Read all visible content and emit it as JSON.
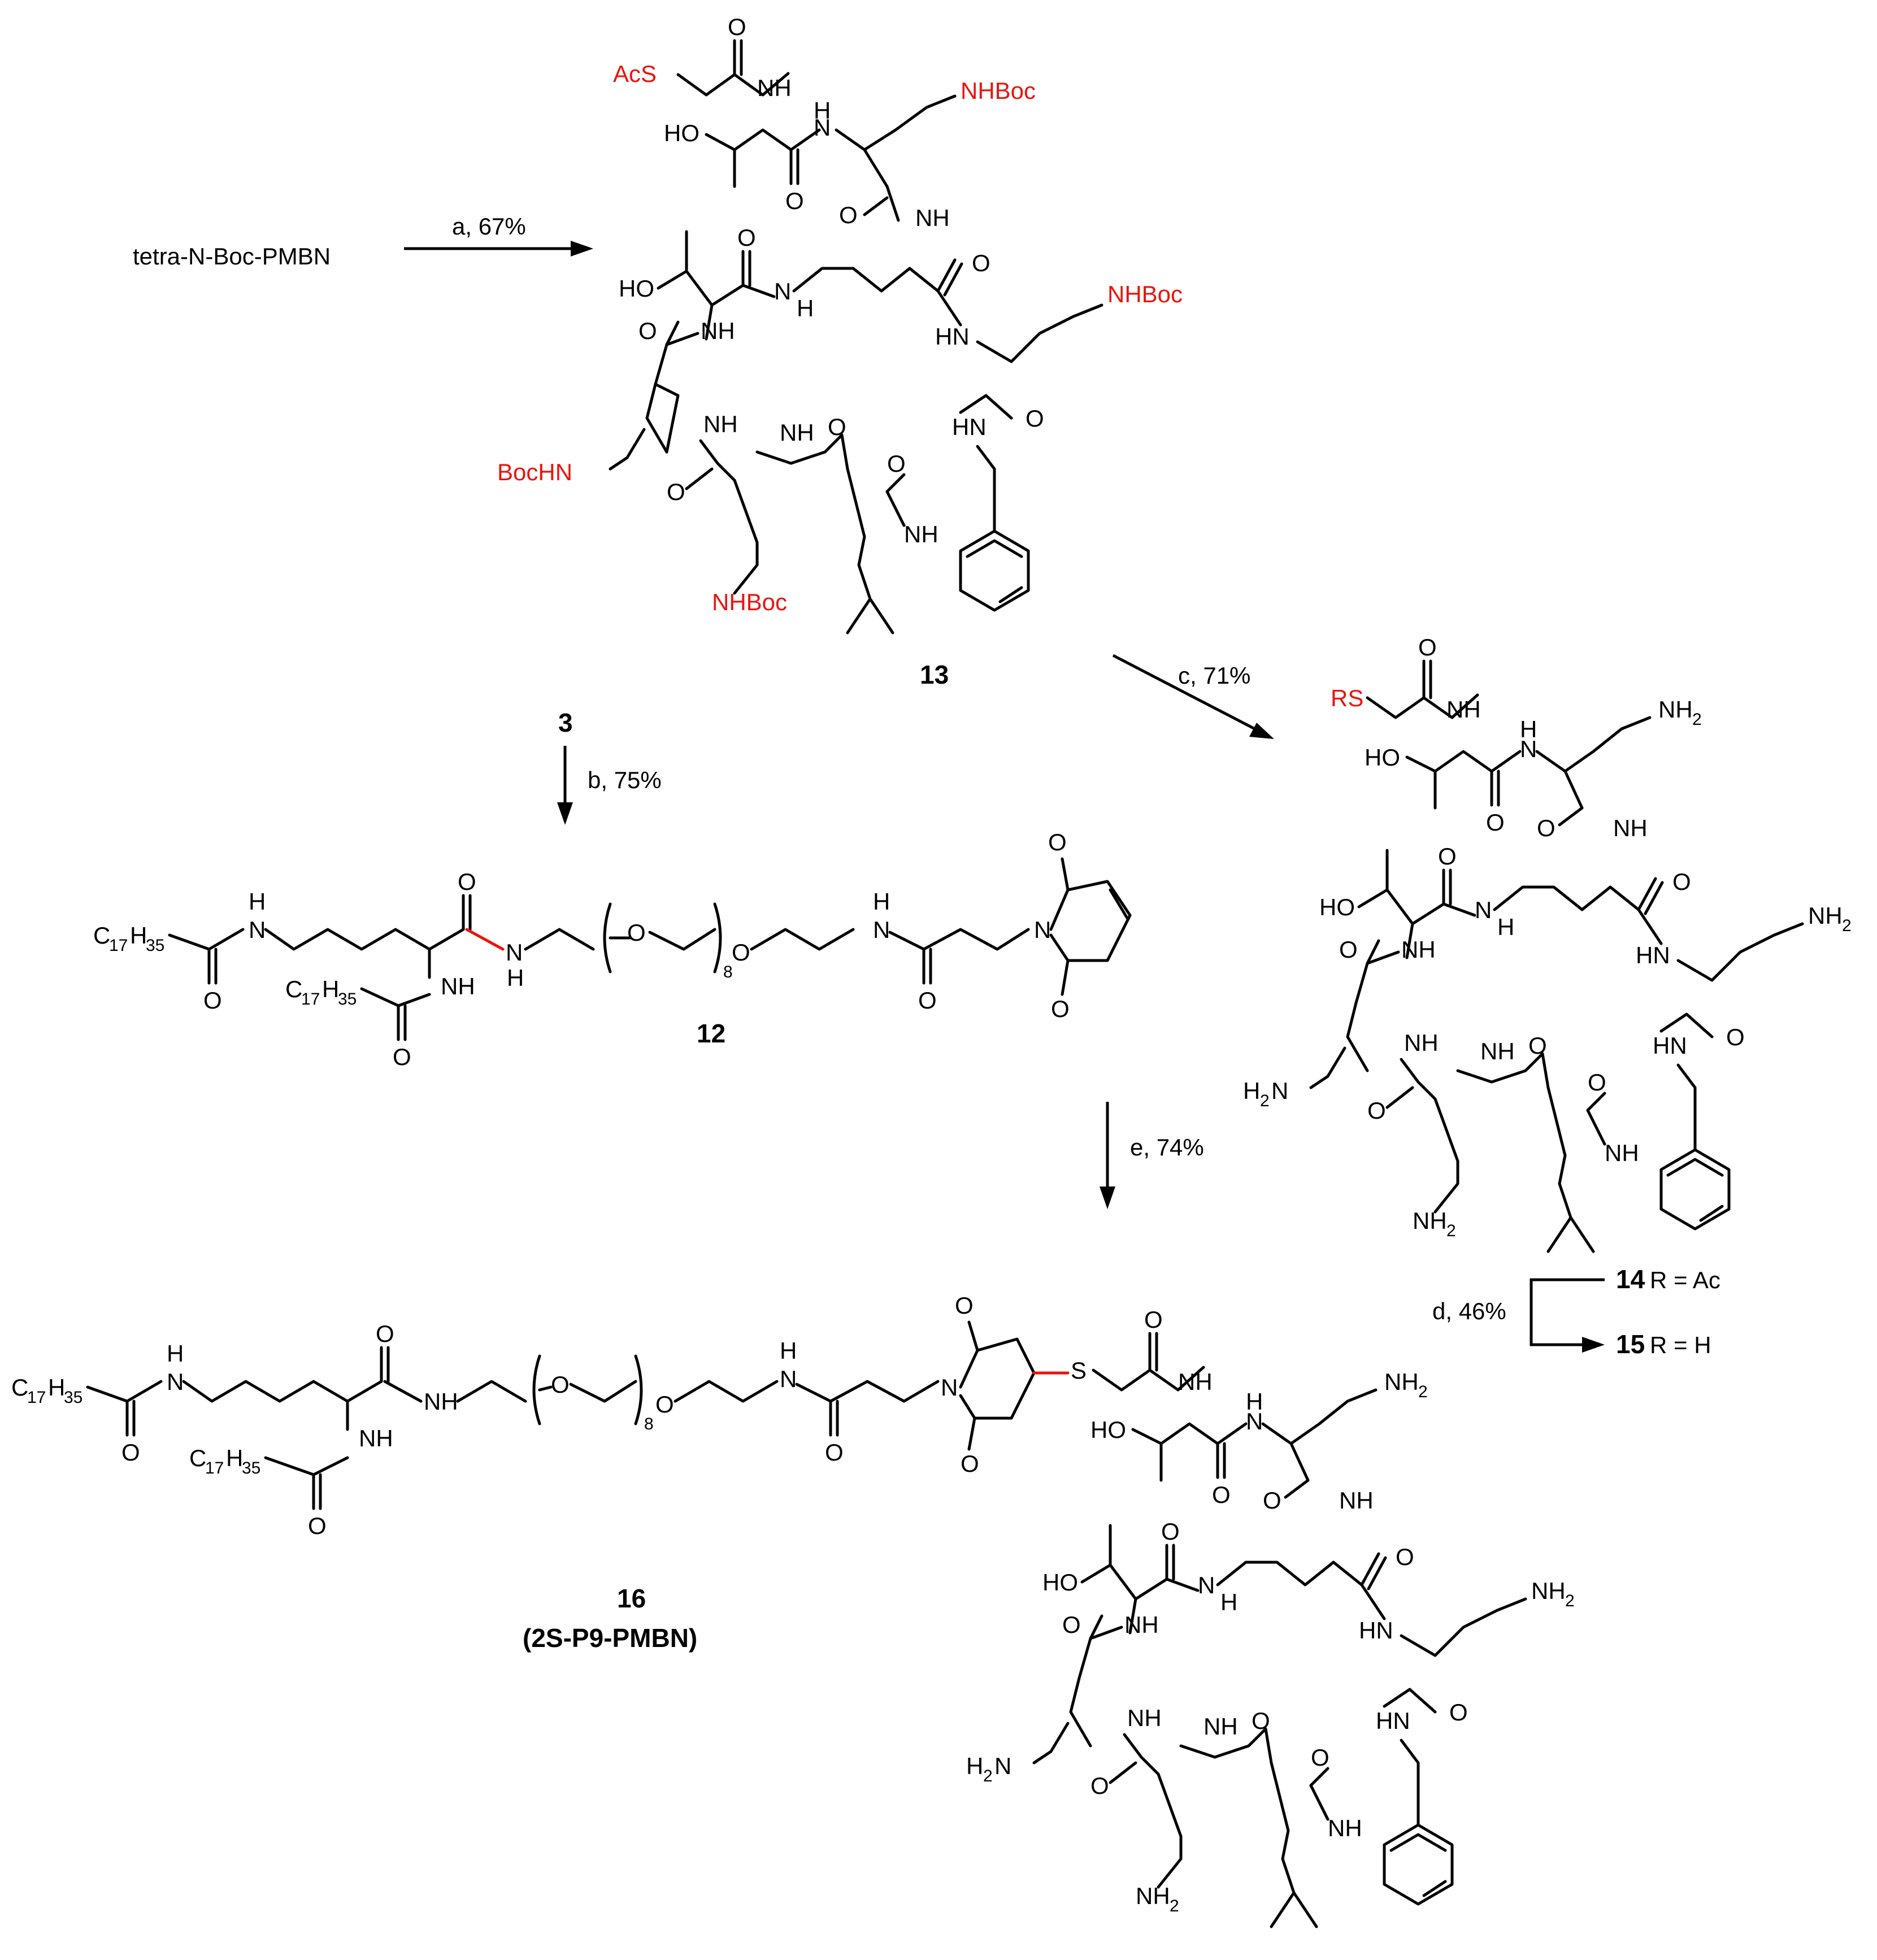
{
  "reagents": {
    "start": "tetra-N-Boc-PMBN",
    "three": "3"
  },
  "steps": {
    "a": "a, 67%",
    "b": "b, 75%",
    "c": "c, 71%",
    "d": "d, 46%",
    "e": "e, 74%"
  },
  "compounds": {
    "c13": "13",
    "c12": "12",
    "c14": "14",
    "c14_def": "R = Ac",
    "c15": "15",
    "c15_def": "R = H",
    "c16": "16",
    "c16_name": "(2S-P9-PMBN)"
  },
  "labels": {
    "AcS": "AcS",
    "RS": "RS",
    "NHBoc": "NHBoc",
    "BocHN": "BocHN",
    "NH": "NH",
    "HN": "HN",
    "H": "H",
    "N": "N",
    "O": "O",
    "S": "S",
    "HO": "HO",
    "NH2": "NH",
    "H2N": "H",
    "two": "2",
    "C": "C",
    "C17": "17",
    "H35": "35",
    "eight": "8"
  },
  "colors": {
    "accent": "#e8150f",
    "ink": "#000000"
  }
}
